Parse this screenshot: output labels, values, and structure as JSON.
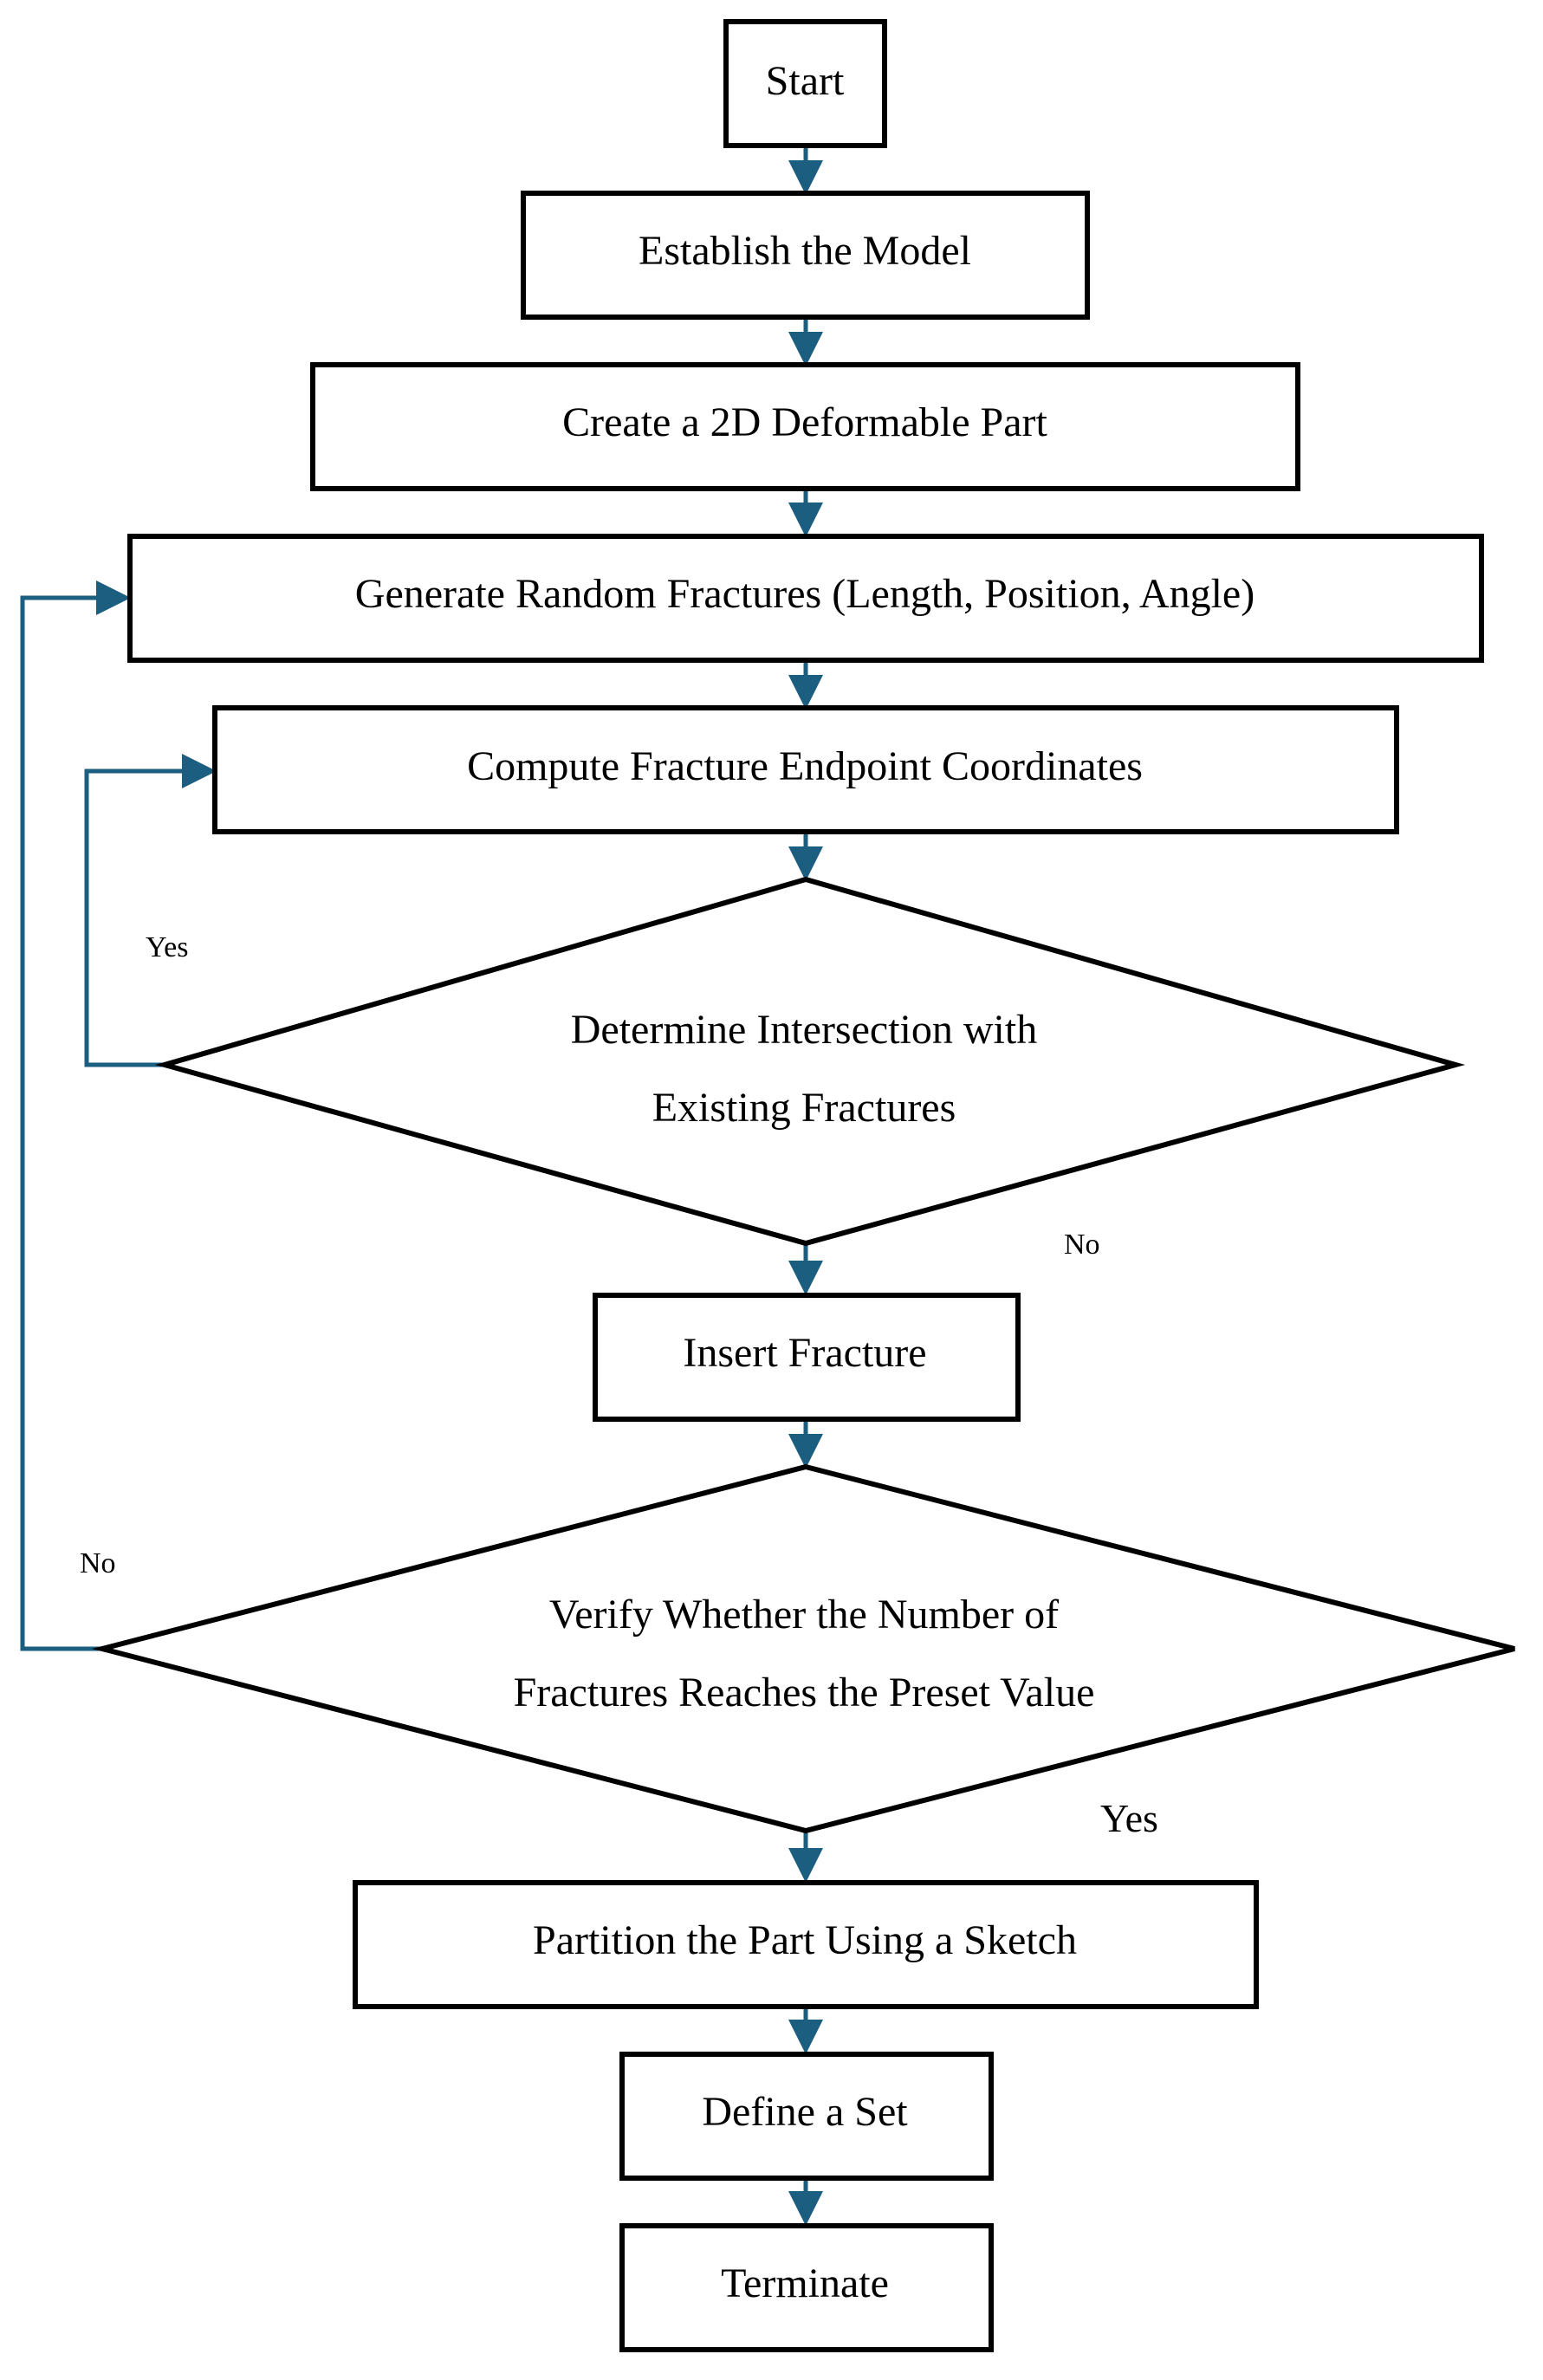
{
  "colors": {
    "connector": "#1B5E80",
    "node_border": "#000000",
    "node_fill": "#FFFFFF",
    "text": "#000000"
  },
  "nodes": {
    "start": "Start",
    "establish": "Establish the Model",
    "create_part": "Create a 2D Deformable Part",
    "generate": "Generate Random Fractures (Length, Position, Angle)",
    "compute": "Compute Fracture Endpoint Coordinates",
    "intersection": [
      "Determine Intersection with",
      "Existing Fractures"
    ],
    "insert": "Insert Fracture",
    "verify": [
      "Verify Whether the Number of",
      "Fractures Reaches the Preset Value"
    ],
    "partition": "Partition the Part Using a Sketch",
    "define_set": "Define a Set",
    "terminate": "Terminate"
  },
  "edge_labels": {
    "intersection_yes": "Yes",
    "intersection_no": "No",
    "verify_no": "No",
    "verify_yes": "Yes"
  }
}
